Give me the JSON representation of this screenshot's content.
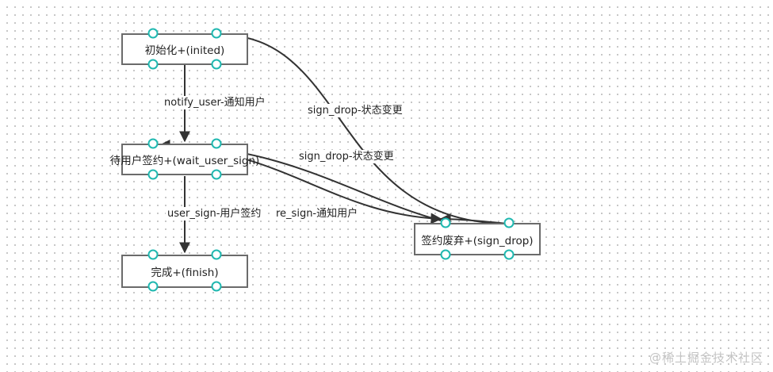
{
  "nodes": {
    "inited": "初始化+(inited)",
    "wait_user_sign": "待用户签约+(wait_user_sign)",
    "finish": "完成+(finish)",
    "sign_drop": "签约废弃+(sign_drop)"
  },
  "edges": {
    "notify_user": "notify_user-通知用户",
    "user_sign": "user_sign-用户签约",
    "sign_drop_from_inited": "sign_drop-状态变更",
    "sign_drop_from_wait": "sign_drop-状态变更",
    "re_sign": "re_sign-通知用户"
  },
  "colors": {
    "port": "#1fb8b0",
    "node_border": "#6b6b6b",
    "edge": "#333333"
  },
  "watermark": "@稀土掘金技术社区"
}
